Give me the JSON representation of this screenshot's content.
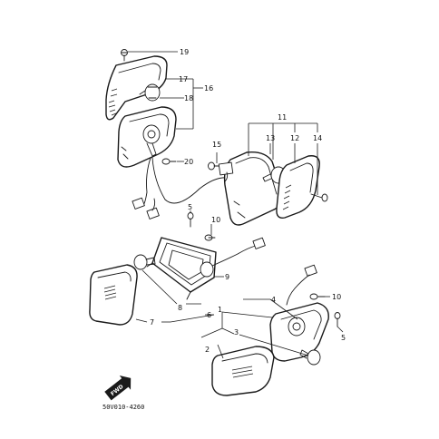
{
  "callouts": {
    "c1": "1",
    "c2": "2",
    "c3": "3",
    "c4": "4",
    "c5a": "5",
    "c5b": "5",
    "c6": "6",
    "c7": "7",
    "c8": "8",
    "c9": "9",
    "c10a": "10",
    "c10b": "10",
    "c11": "11",
    "c12": "12",
    "c13": "13",
    "c14": "14",
    "c15": "15",
    "c16": "16",
    "c17": "17",
    "c18": "18",
    "c19": "19",
    "c20": "20"
  },
  "fwd_label": "FWD",
  "diagram_code": "50V010-4260"
}
